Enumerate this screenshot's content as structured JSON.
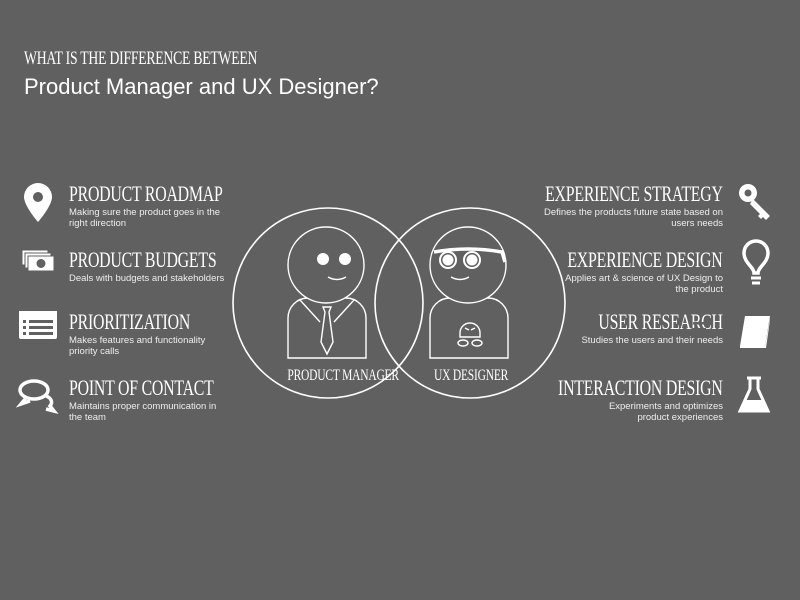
{
  "header": {
    "subtitle": "WHAT IS THE DIFFERENCE BETWEEN",
    "title": "Product Manager and UX Designer?"
  },
  "left": [
    {
      "title": "PRODUCT ROADMAP",
      "desc": "Making sure the product goes in the right direction",
      "icon": "map-pin-icon"
    },
    {
      "title": "PRODUCT BUDGETS",
      "desc": "Deals with budgets and stakeholders",
      "icon": "money-stack-icon"
    },
    {
      "title": "PRIORITIZATION",
      "desc": "Makes features and functionality priority calls",
      "icon": "list-icon"
    },
    {
      "title": "POINT OF CONTACT",
      "desc": "Maintains proper communication in the team",
      "icon": "chat-bubbles-icon"
    }
  ],
  "right": [
    {
      "title": "EXPERIENCE STRATEGY",
      "desc": "Defines the products future state based on users needs",
      "icon": "key-icon"
    },
    {
      "title": "EXPERIENCE DESIGN",
      "desc": "Applies art & science of UX Design to the product",
      "icon": "lightbulb-icon"
    },
    {
      "title": "USER RESEARCH",
      "desc": "Studies the users and their needs",
      "icon": "book-icon"
    },
    {
      "title": "INTERACTION DESIGN",
      "desc": "Experiments and optimizes product experiences",
      "icon": "flask-icon"
    }
  ],
  "venn": {
    "left_label": "PRODUCT MANAGER",
    "right_label": "UX DESIGNER"
  }
}
